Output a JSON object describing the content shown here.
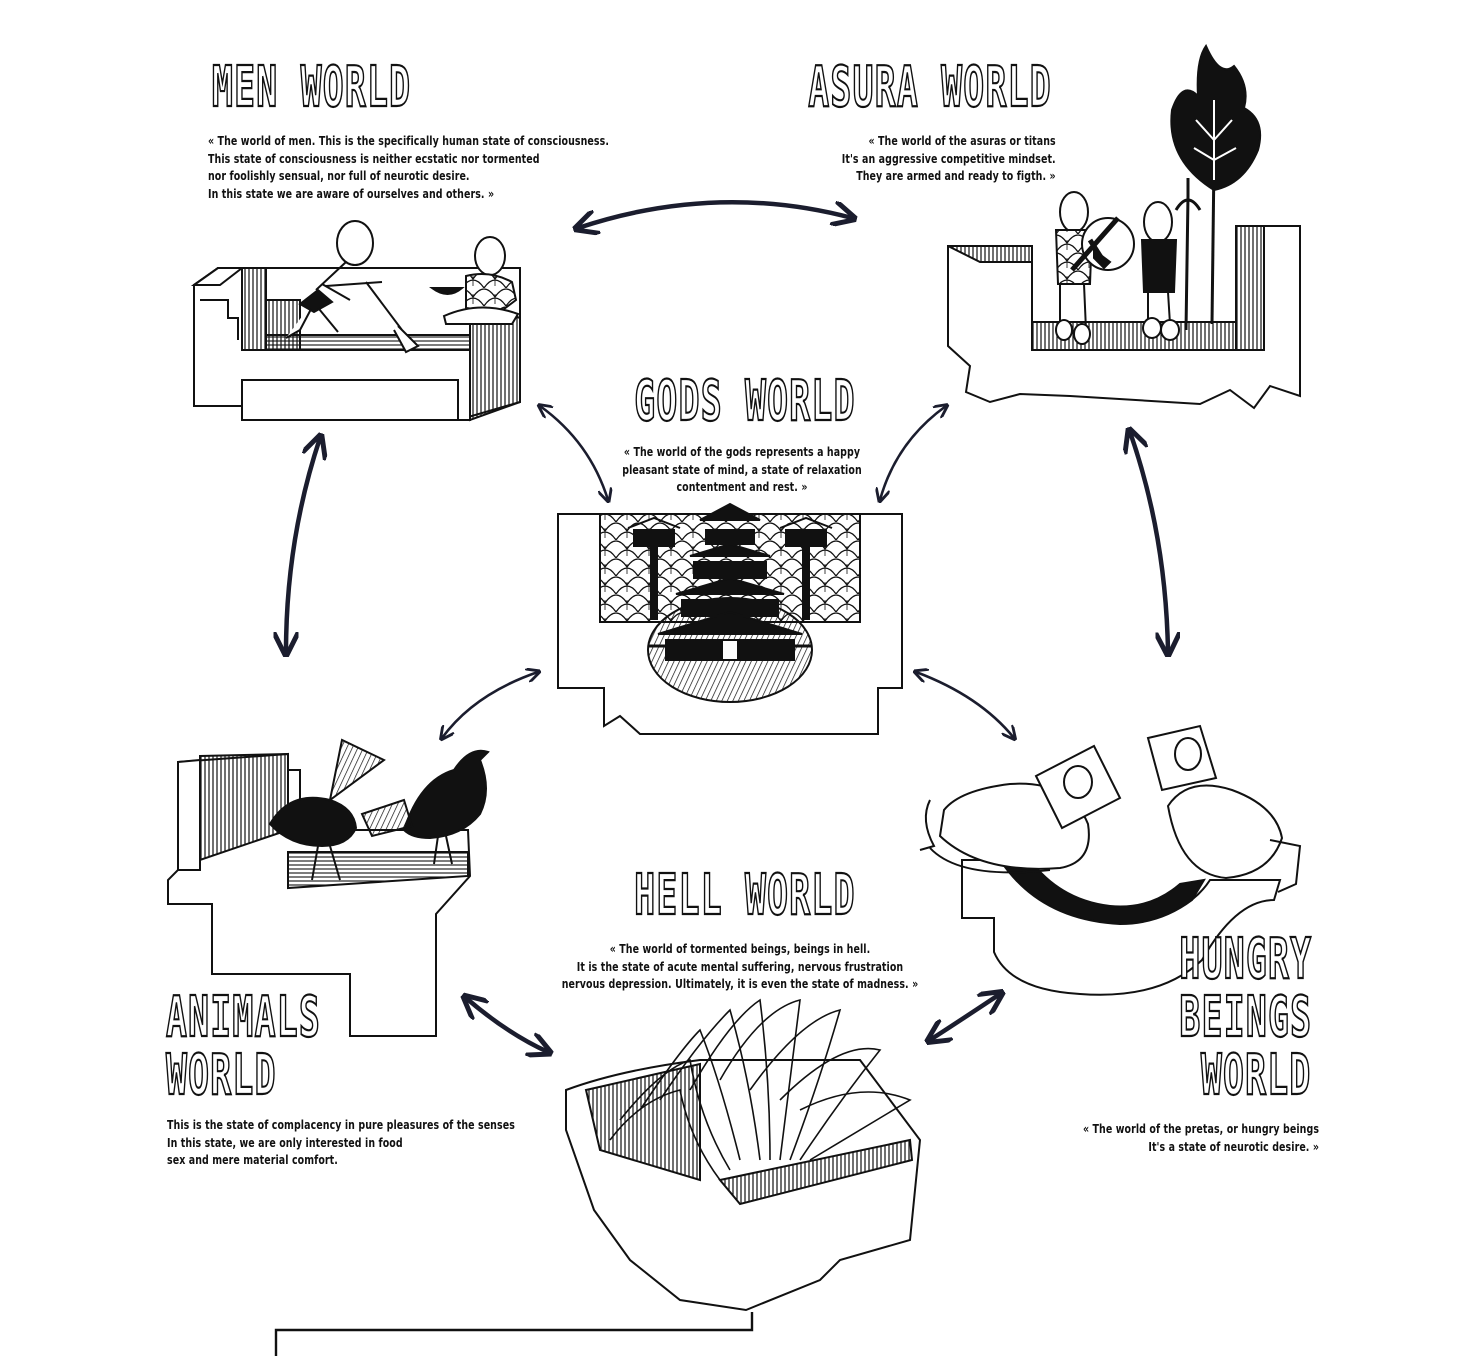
{
  "worlds": {
    "men": {
      "title": "MEN WORLD",
      "lines": [
        "« The world of men. This is the specifically human state of consciousness.",
        "This state of consciousness is neither ecstatic nor tormented",
        "nor foolishly sensual, nor full of neurotic desire.",
        "In this state we are aware of ourselves and others. »"
      ]
    },
    "asura": {
      "title": "ASURA WORLD",
      "lines": [
        "« The world of the asuras or titans",
        "It's an aggressive competitive mindset.",
        "They are armed and ready to figth. »"
      ]
    },
    "gods": {
      "title": "GODS WORLD",
      "lines": [
        "« The world of the gods represents a happy",
        "pleasant state of mind, a state of relaxation",
        "contentment and rest. »"
      ]
    },
    "hell": {
      "title": "HELL WORLD",
      "lines": [
        "« The world of tormented beings, beings in hell.",
        "It is the state of acute mental suffering, nervous frustration",
        "nervous depression. Ultimately, it is even the state of madness. »"
      ]
    },
    "animals": {
      "title_1": "ANIMALS",
      "title_2": "WORLD",
      "lines": [
        "This is the state of complacency in pure pleasures of the senses",
        "In this state, we are only interested in food",
        "sex and mere material comfort."
      ]
    },
    "hungry": {
      "title_1": "HUNGRY",
      "title_2": "BEINGS",
      "title_3": "WORLD",
      "lines": [
        "« The world of the pretas, or hungry beings",
        "It's a state of neurotic desire. »"
      ]
    }
  },
  "colors": {
    "ink": "#111111",
    "arrow": "#1b1d2e",
    "paper": "#ffffff"
  }
}
